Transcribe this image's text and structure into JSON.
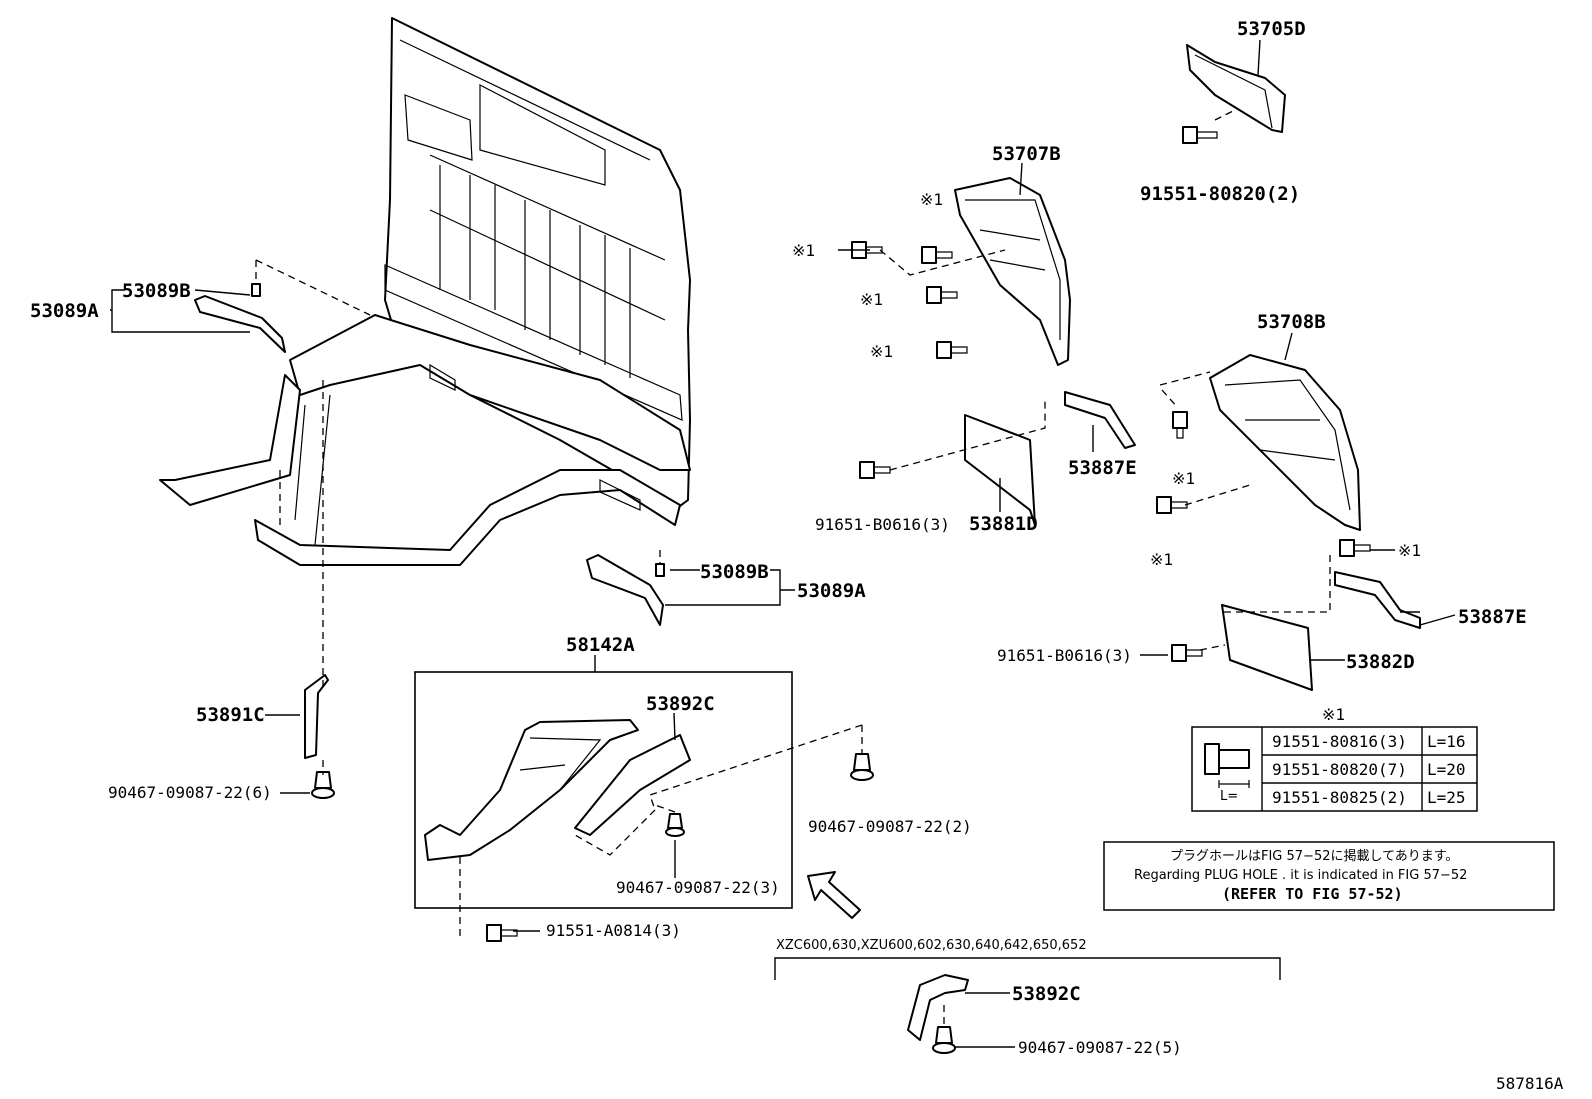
{
  "parts": {
    "p53705D": "53705D",
    "p91551_80820_2": "91551-80820(2)",
    "p53707B": "53707B",
    "p53708B": "53708B",
    "p53089B_top": "53089B",
    "p53089A_top": "53089A",
    "p53089B_bot": "53089B",
    "p53089A_bot": "53089A",
    "p53887E_top": "53887E",
    "p53881D": "53881D",
    "p91651_B0616_3_top": "91651-B0616(3)",
    "p53887E_bot": "53887E",
    "p53882D": "53882D",
    "p91651_B0616_3_bot": "91651-B0616(3)",
    "p58142A": "58142A",
    "p53892C_box": "53892C",
    "p53891C": "53891C",
    "p90467_6": "90467-09087-22(6)",
    "p90467_2": "90467-09087-22(2)",
    "p90467_3": "90467-09087-22(3)",
    "p91551_A0814_3": "91551-A0814(3)",
    "p53892C_var": "53892C",
    "p90467_5": "90467-09087-22(5)"
  },
  "marks": {
    "star1": "※1"
  },
  "variant_label": "XZC600,630,XZU600,602,630,640,642,650,652",
  "bolt_table": {
    "header": "※1",
    "length_label": "L=",
    "rows": [
      {
        "part": "91551-80816(3)",
        "length": "L=16"
      },
      {
        "part": "91551-80820(7)",
        "length": "L=20"
      },
      {
        "part": "91551-80825(2)",
        "length": "L=25"
      }
    ]
  },
  "note": {
    "line1": "プラグホールはFIG 57−52に掲載してあります。",
    "line2": "Regarding  PLUG  HOLE . it is indicated in FIG  57−52",
    "line3": "(REFER TO FIG 57-52)"
  },
  "figure_id": "587816A"
}
